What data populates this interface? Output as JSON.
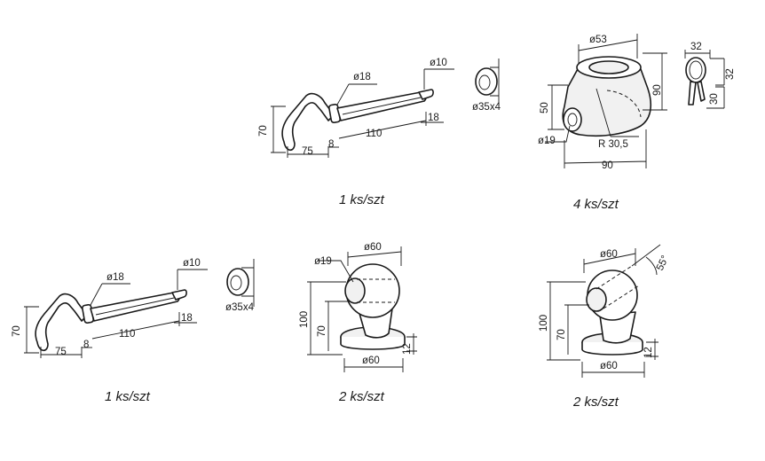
{
  "parts": {
    "pin_top": {
      "dims": {
        "dia18": "ø18",
        "dia10": "ø10",
        "h70": "70",
        "l75": "75",
        "l8": "8",
        "l110": "110",
        "l18": "18"
      },
      "qty": "1 ks/szt"
    },
    "ring_top": {
      "dia": "ø35x4"
    },
    "tapered_block": {
      "dims": {
        "dia53": "ø53",
        "h90": "90",
        "h50": "50",
        "dia19": "ø19",
        "r305": "R 30,5",
        "w90": "90"
      },
      "qty": "4 ks/szt"
    },
    "clip_small": {
      "dims": {
        "d32a": "32",
        "d32b": "32",
        "d30": "30"
      }
    },
    "pin_bottom": {
      "dims": {
        "dia18": "ø18",
        "dia10": "ø10",
        "h70": "70",
        "l75": "75",
        "l8": "8",
        "l110": "110",
        "l18": "18"
      },
      "qty": "1 ks/szt"
    },
    "ring_bottom": {
      "dia": "ø35x4"
    },
    "ball_straight": {
      "dims": {
        "dia19": "ø19",
        "dia60": "ø60",
        "h100": "100",
        "h70": "70",
        "base60": "ø60",
        "t12": "12"
      },
      "qty": "2 ks/szt"
    },
    "ball_angled": {
      "dims": {
        "dia60": "ø60",
        "angle55": "55°",
        "h100": "100",
        "h70": "70",
        "base60": "ø60",
        "t12": "12"
      },
      "qty": "2 ks/szt"
    }
  }
}
